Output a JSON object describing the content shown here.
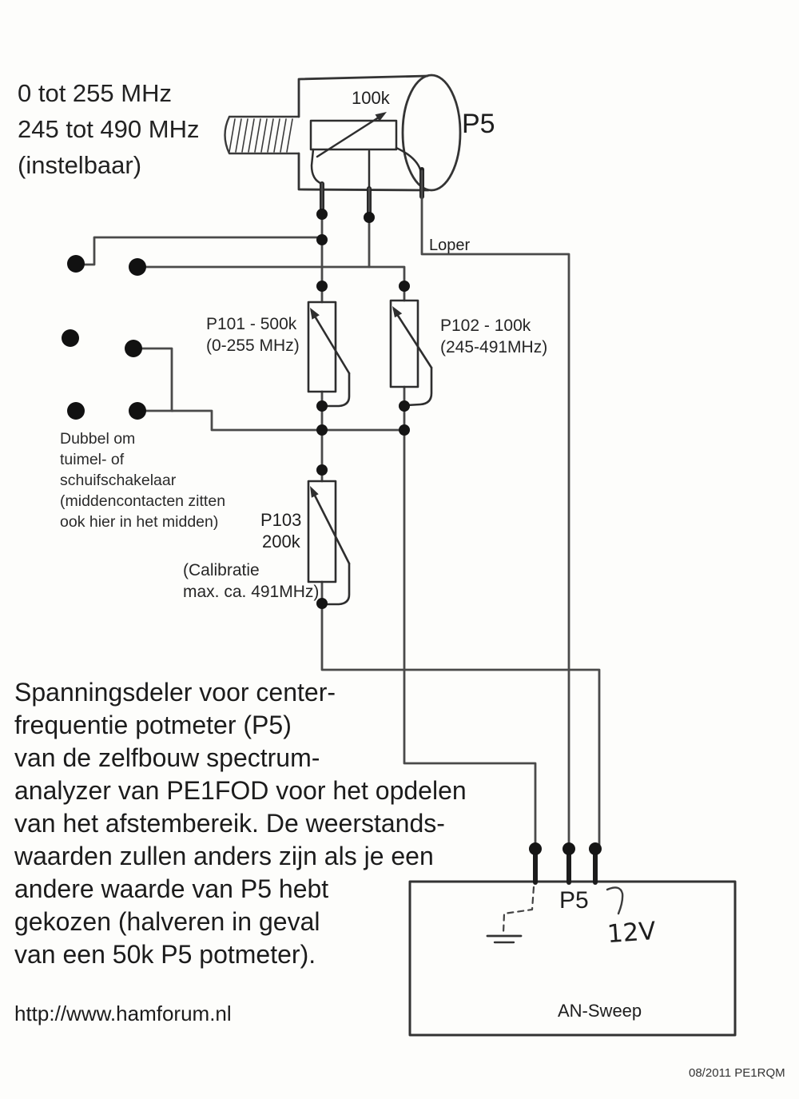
{
  "header": {
    "range_note": [
      "0 tot 255 MHz",
      "245 tot 490 MHz",
      "(instelbaar)"
    ]
  },
  "schematic": {
    "p5": {
      "value": "100k",
      "name": "P5",
      "wiper": "Loper"
    },
    "p101": {
      "name": "P101 - 500k",
      "range": "(0-255 MHz)"
    },
    "p102": {
      "name": "P102 - 100k",
      "range": "(245-491MHz)"
    },
    "p103": {
      "name": "P103",
      "value": "200k"
    },
    "calibration_note": [
      "(Calibratie",
      "max. ca. 491MHz)"
    ],
    "switch_note": [
      "Dubbel om",
      "tuimel- of",
      "schuifschakelaar",
      "(middencontacten zitten",
      "ook hier in het midden)"
    ],
    "sweep_box": {
      "p5": "P5",
      "voltage": "12V",
      "title": "AN-Sweep"
    }
  },
  "description": {
    "lines": [
      "Spanningsdeler voor center-",
      "frequentie potmeter (P5)",
      "van de zelfbouw spectrum-",
      "analyzer van PE1FOD voor het opdelen",
      "van het afstembereik. De weerstands-",
      "waarden zullen anders zijn als je een",
      "andere waarde van P5 hebt",
      "gekozen (halveren in geval",
      "van een 50k P5 potmeter)."
    ],
    "url": "http://www.hamforum.nl"
  },
  "footer": {
    "credit": "08/2011 PE1RQM"
  }
}
